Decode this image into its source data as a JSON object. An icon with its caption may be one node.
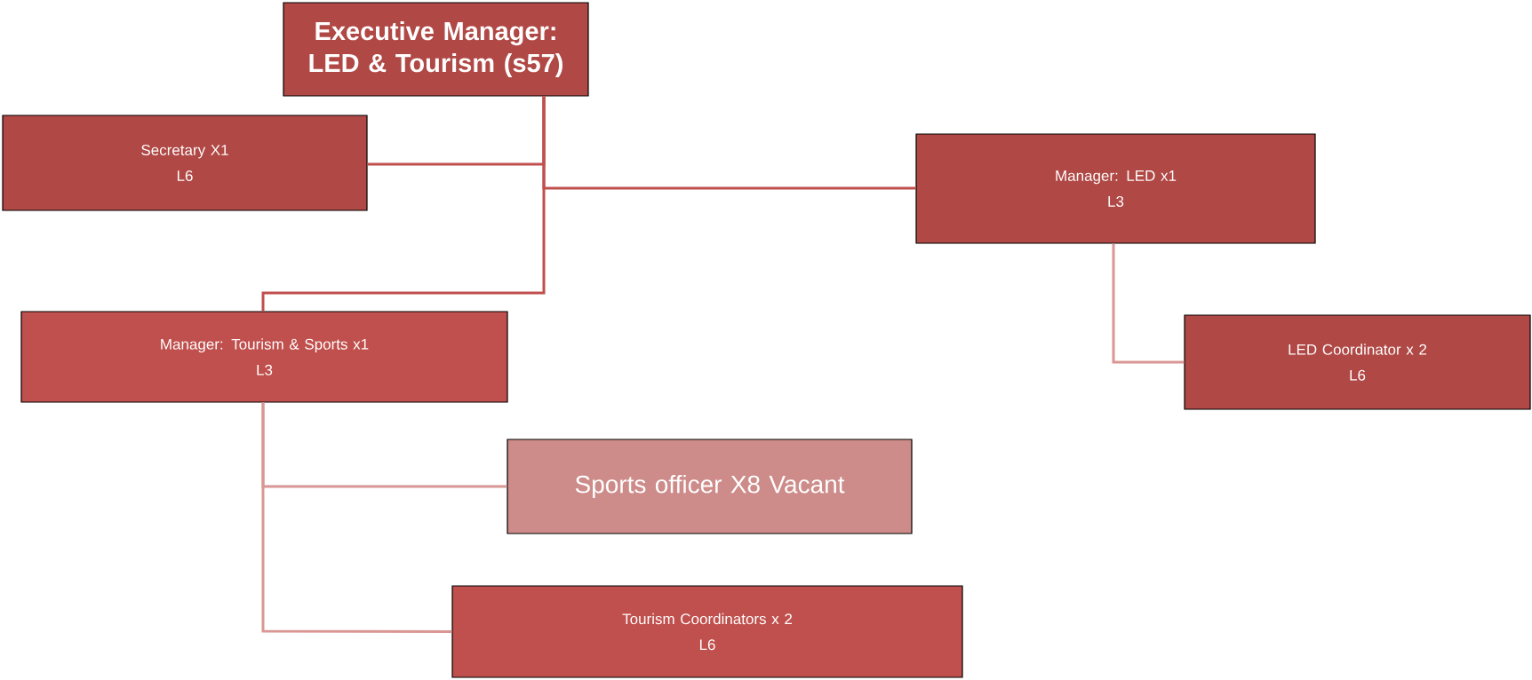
{
  "diagram": {
    "nodes": [
      {
        "text": [
          "Executive Manager: LED & Tourism (s57)"
        ]
      },
      {
        "text": [
          "Secretary X1",
          "L6"
        ]
      },
      {
        "text": [
          "Manager: LED  x1",
          "L3"
        ]
      },
      {
        "text": [
          "Manager: Tourism  & Sports x1",
          "L3"
        ]
      },
      {
        "text": [
          "LED  Coordinator x 2",
          "L6"
        ]
      },
      {
        "text": [
          "Sports officer X8 Vacant"
        ]
      },
      {
        "text": [
          "Tourism Coordinators x 2",
          "L6"
        ]
      }
    ],
    "edges": [
      {
        "from": 0,
        "to": 1,
        "arrow": "none"
      },
      {
        "from": 0,
        "to": 2,
        "arrow": "none"
      },
      {
        "from": 0,
        "to": 3,
        "arrow": "none"
      },
      {
        "from": 2,
        "to": 4,
        "arrow": "none",
        "color": "#d99694"
      },
      {
        "from": 3,
        "to": 5,
        "arrow": "none",
        "color": "#d99694"
      },
      {
        "from": 3,
        "to": 6,
        "arrow": "none",
        "color": "#d99694"
      }
    ]
  }
}
